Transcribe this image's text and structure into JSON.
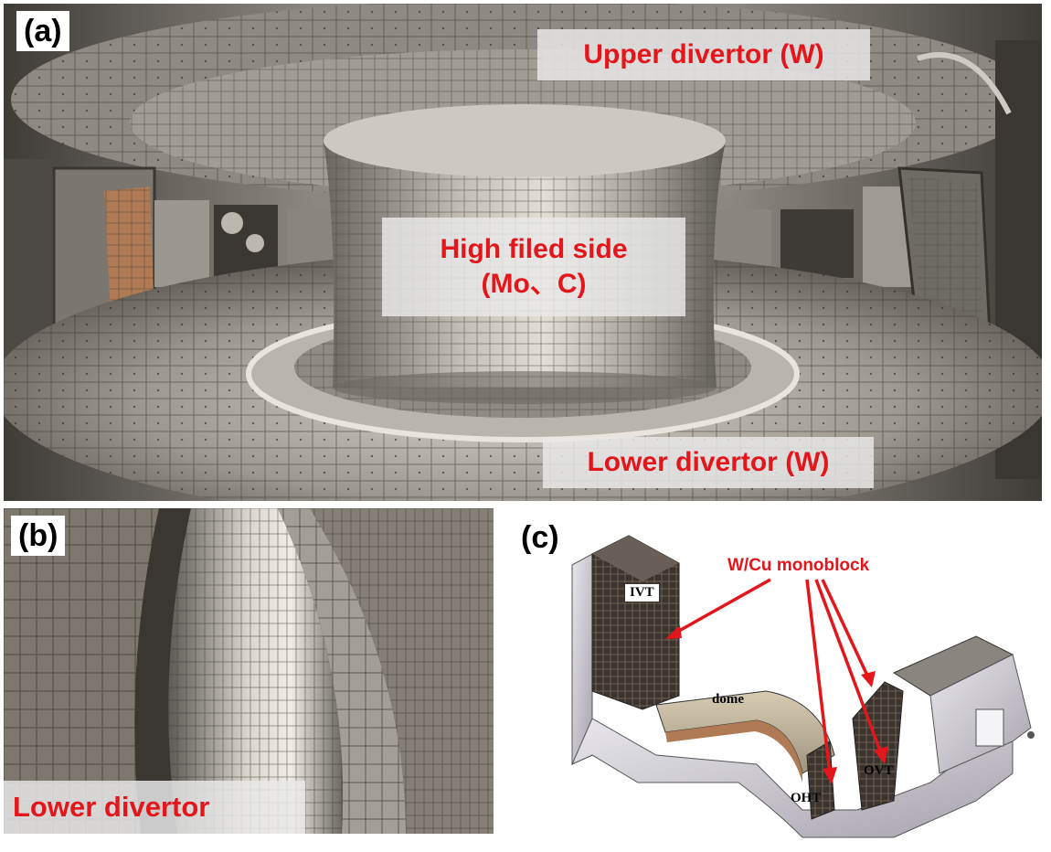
{
  "panel_a": {
    "letter": "(a)",
    "labels": {
      "upper": "Upper divertor (W)",
      "hfs_line1": "High filed side",
      "hfs_line2": "(Mo、C)",
      "lower": "Lower divertor (W)"
    }
  },
  "panel_b": {
    "letter": "(b)",
    "label": "Lower divertor"
  },
  "panel_c": {
    "letter": "(c)",
    "callout": "W/Cu monoblock",
    "parts": {
      "ivt": "IVT",
      "dome": "dome",
      "ovt": "OVT",
      "oht": "OHT"
    }
  },
  "colors": {
    "label_red": "#e3161b",
    "metal": "#8f8b84",
    "copper": "#b07a55",
    "arrow": "#e3161b"
  }
}
